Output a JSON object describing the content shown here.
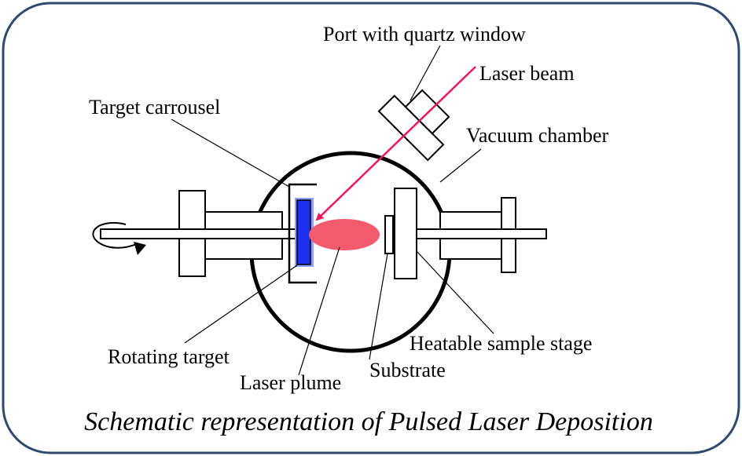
{
  "labels": {
    "port_window": "Port with quartz window",
    "laser_beam": "Laser beam",
    "target_carrousel": "Target carrousel",
    "vacuum_chamber": "Vacuum chamber",
    "rotating_target": "Rotating target",
    "heatable_stage": "Heatable sample stage",
    "substrate": "Substrate",
    "laser_plume": "Laser plume"
  },
  "caption": "Schematic representation of Pulsed Laser Deposition",
  "colors": {
    "frame": "#2f4a6d",
    "laser": "#e8185a",
    "target": "#1f2ff0",
    "target_glow": "#8fa0ff",
    "plume": "#f25a6d",
    "outline": "#000000"
  }
}
